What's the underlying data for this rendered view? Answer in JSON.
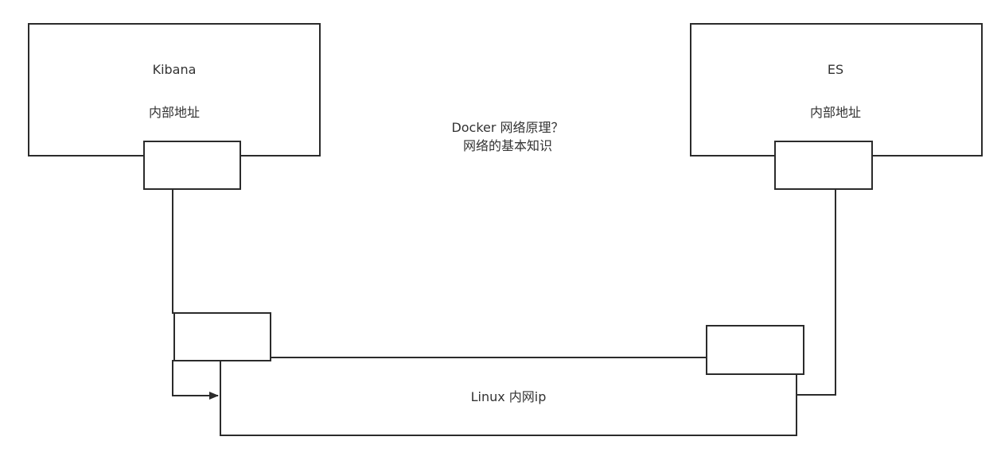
{
  "kibana": {
    "name": "Kibana",
    "address": "内部地址"
  },
  "es": {
    "name": "ES",
    "address": "内部地址"
  },
  "center_note": {
    "line1": "Docker 网络原理？",
    "line2": "网络的基本知识"
  },
  "linux": {
    "label": "Linux 内网ip"
  },
  "colors": {
    "stroke": "#2b2b2b",
    "text": "#333333",
    "background": "#ffffff"
  }
}
